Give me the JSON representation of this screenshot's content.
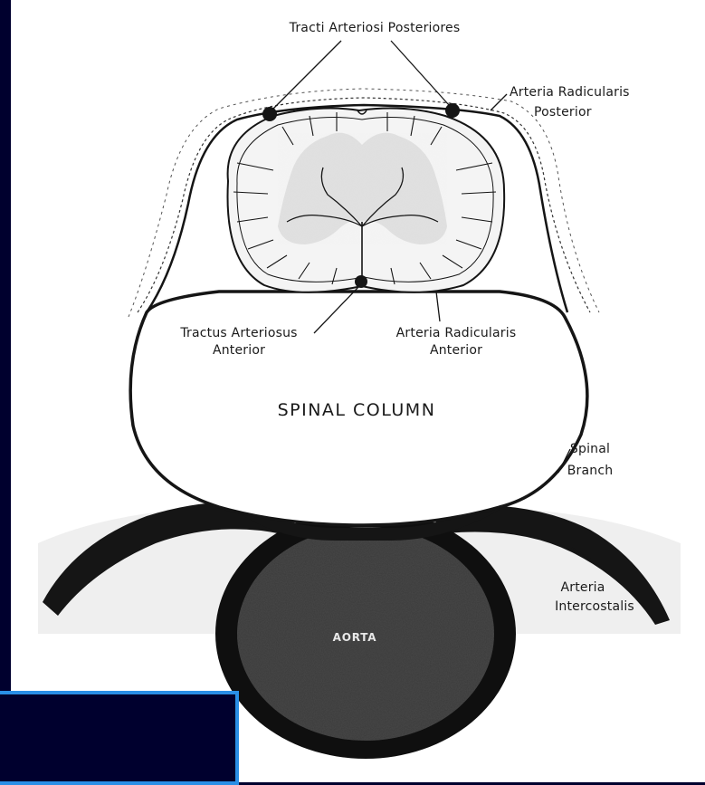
{
  "diagram": {
    "labels": {
      "tracti_posteriores": "Tracti Arteriosi Posteriores",
      "radicularis_posterior_1": "Arteria Radicularis",
      "radicularis_posterior_2": "Posterior",
      "tractus_anterior_1": "Tractus Arteriosus",
      "tractus_anterior_2": "Anterior",
      "radicularis_anterior_1": "Arteria Radicularis",
      "radicularis_anterior_2": "Anterior",
      "spinal_column": "SPINAL COLUMN",
      "spinal_branch_1": "Spinal",
      "spinal_branch_2": "Branch",
      "intercostalis_1": "Arteria",
      "intercostalis_2": "Intercostalis",
      "aorta": "AORTA"
    },
    "colors": {
      "background": "#00002e",
      "paper": "#ffffff",
      "ink": "#1a1a1a",
      "caption_border": "#2a8fe6"
    }
  }
}
